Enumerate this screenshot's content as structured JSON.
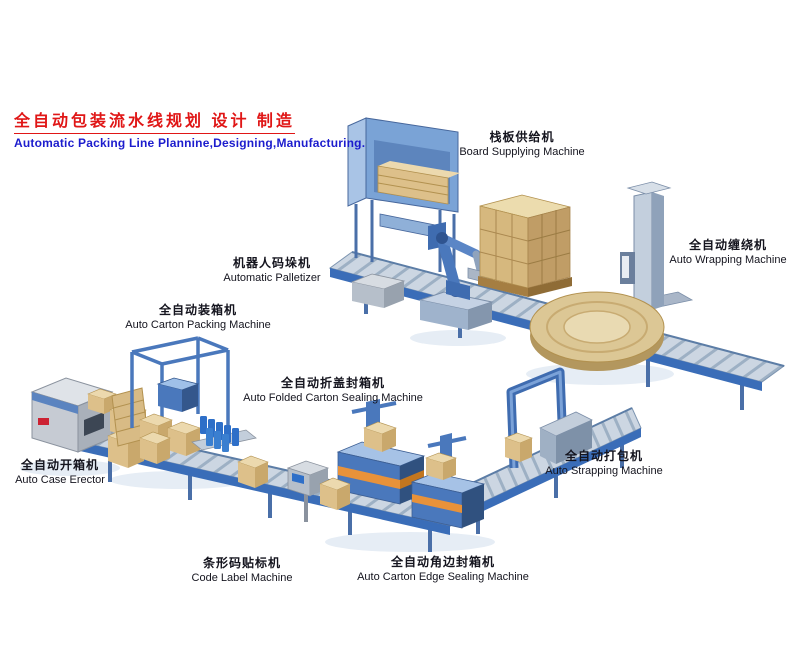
{
  "title": {
    "zh": "全自动包装流水线规划 设计 制造",
    "en": "Automatic Packing Line Plannine,Designing,Manufacturing."
  },
  "machines": {
    "board_supplying": {
      "zh": "栈板供给机",
      "en": "Board Supplying Machine"
    },
    "palletizer": {
      "zh": "机器人码垛机",
      "en": "Automatic Palletizer"
    },
    "wrapping": {
      "zh": "全自动缠绕机",
      "en": "Auto Wrapping Machine"
    },
    "carton_packing": {
      "zh": "全自动装箱机",
      "en": "Auto Carton Packing Machine"
    },
    "folded_sealing": {
      "zh": "全自动折盖封箱机",
      "en": "Auto Folded Carton Sealing Machine"
    },
    "case_erector": {
      "zh": "全自动开箱机",
      "en": "Auto Case Erector"
    },
    "strapping": {
      "zh": "全自动打包机",
      "en": "Auto Strapping Machine"
    },
    "code_label": {
      "zh": "条形码贴标机",
      "en": "Code Label Machine"
    },
    "edge_sealing": {
      "zh": "全自动角边封箱机",
      "en": "Auto Carton Edge Sealing Machine"
    }
  },
  "colors": {
    "title_red": "#e01616",
    "subtitle_blue": "#1c1ccd",
    "label_text": "#14141e",
    "machine_blue": "#4a78bc",
    "conveyor_rail_blue": "#3a6db8",
    "carton_tan": "#ddc08a",
    "accent_orange": "#e8923a"
  }
}
